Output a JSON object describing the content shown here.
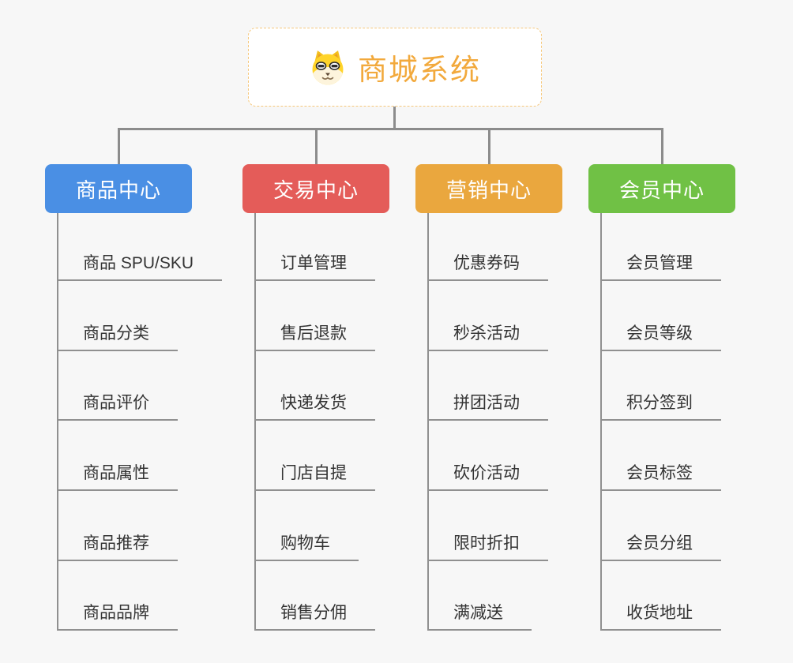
{
  "root": {
    "title": "商城系统",
    "icon": "dog-face-icon",
    "title_color": "#f2a93c",
    "border_color": "#f6c87c"
  },
  "connector_color": "#8c8c8c",
  "underline_color": "#909090",
  "branches": [
    {
      "label": "商品中心",
      "color": "#4a8fe4",
      "items": [
        "商品 SPU/SKU",
        "商品分类",
        "商品评价",
        "商品属性",
        "商品推荐",
        "商品品牌"
      ]
    },
    {
      "label": "交易中心",
      "color": "#e45c59",
      "items": [
        "订单管理",
        "售后退款",
        "快递发货",
        "门店自提",
        "购物车",
        "销售分佣"
      ]
    },
    {
      "label": "营销中心",
      "color": "#eaa73e",
      "items": [
        "优惠券码",
        "秒杀活动",
        "拼团活动",
        "砍价活动",
        "限时折扣",
        "满减送"
      ]
    },
    {
      "label": "会员中心",
      "color": "#70c145",
      "items": [
        "会员管理",
        "会员等级",
        "积分签到",
        "会员标签",
        "会员分组",
        "收货地址"
      ]
    }
  ]
}
